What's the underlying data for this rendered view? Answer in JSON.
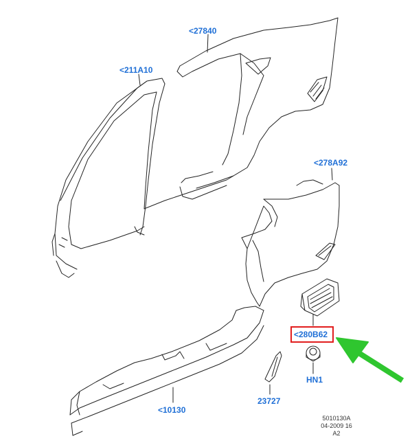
{
  "colors": {
    "label": "#1f6fd6",
    "line": "#222222",
    "highlight": "#e11d1d",
    "arrow": "#2fc62f"
  },
  "labels": {
    "part_27840": "<27840",
    "part_211a10": "<211A10",
    "part_278a92": "<278A92",
    "part_280b62": "<280B62",
    "part_hn1": "HN1",
    "part_23727": "23727",
    "part_10130": "<10130"
  },
  "highlighted_part": "<280B62",
  "footer": {
    "line1": "5010130A",
    "line2": "04-2009 16",
    "line3": "A2"
  }
}
